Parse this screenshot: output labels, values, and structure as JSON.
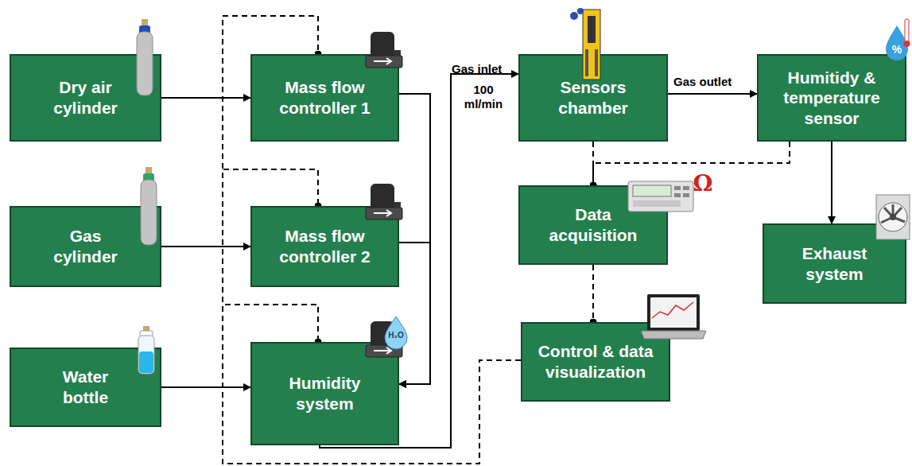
{
  "diagram": {
    "nodes": [
      {
        "text": [
          "Dry air cylinder"
        ]
      },
      {
        "text": [
          "Mass flow controller 1"
        ]
      },
      {
        "text": [
          "Sensors chamber"
        ]
      },
      {
        "text": [
          "Humitidy & temperature sensor"
        ]
      },
      {
        "text": [
          "Gas cylinder"
        ]
      },
      {
        "text": [
          "Mass flow controller 2"
        ]
      },
      {
        "text": [
          "Data acquisition"
        ]
      },
      {
        "text": [
          "Exhaust system"
        ]
      },
      {
        "text": [
          "Water bottle"
        ]
      },
      {
        "text": [
          "Humidity system"
        ]
      },
      {
        "text": [
          "Control & data visualization"
        ]
      }
    ],
    "edges": [
      {
        "from": 0,
        "to": 1,
        "arrow": "to"
      },
      {
        "from": 4,
        "to": 5,
        "arrow": "to"
      },
      {
        "from": 8,
        "to": 9,
        "arrow": "to"
      },
      {
        "from": 1,
        "to": 9,
        "arrow": "to"
      },
      {
        "from": 5,
        "to": 9,
        "arrow": "to"
      },
      {
        "from": 9,
        "to": 2,
        "label": "Gas inlet",
        "arrow": "to"
      },
      {
        "from": 2,
        "to": 3,
        "label": "Gas outlet",
        "arrow": "to"
      },
      {
        "from": 3,
        "to": 7,
        "arrow": "to"
      },
      {
        "from": 2,
        "to": 6,
        "arrow": "none"
      },
      {
        "from": 3,
        "to": 6,
        "arrow": "none"
      },
      {
        "from": 6,
        "to": 10,
        "arrow": "none"
      },
      {
        "from": 10,
        "to": 1,
        "arrow": "none"
      },
      {
        "from": 10,
        "to": 5,
        "arrow": "none"
      },
      {
        "from": 10,
        "to": 9,
        "arrow": "none"
      }
    ],
    "labels": [
      "100 ml/min",
      "H₂O",
      "Ω",
      "%"
    ]
  }
}
